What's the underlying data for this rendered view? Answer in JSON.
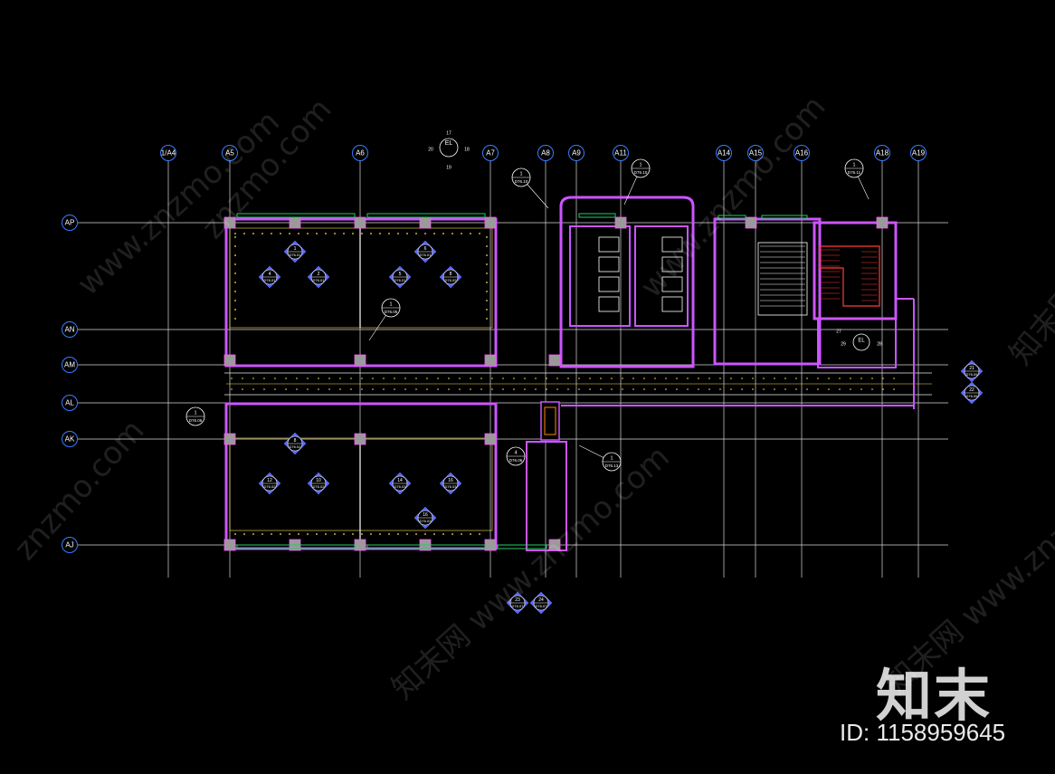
{
  "drawing": {
    "grid_columns": [
      "1/A4",
      "A5",
      "A6",
      "A7",
      "A8",
      "A9",
      "A11",
      "A14",
      "A15",
      "A16",
      "A18",
      "A19"
    ],
    "grid_rows": [
      "AP",
      "AN",
      "AM",
      "AL",
      "AK",
      "AJ"
    ],
    "callouts": [
      {
        "top": "1",
        "bottom": "D76.10"
      },
      {
        "top": "1",
        "bottom": "D76.10"
      },
      {
        "top": "1",
        "bottom": "D76.11"
      },
      {
        "top": "1",
        "bottom": "D76.05"
      },
      {
        "top": "1",
        "bottom": "D76.06"
      },
      {
        "top": "1",
        "bottom": "D76.13"
      },
      {
        "top": "4",
        "bottom": "D76.06"
      }
    ],
    "section_tags": [
      {
        "num": "4",
        "ref": "D76.01"
      },
      {
        "num": "1",
        "ref": "D76.01"
      },
      {
        "num": "2",
        "ref": "D76.01"
      },
      {
        "num": "5",
        "ref": "D76.01"
      },
      {
        "num": "6",
        "ref": "D76.01"
      },
      {
        "num": "8",
        "ref": "D76.02"
      },
      {
        "num": "12",
        "ref": "D76.02"
      },
      {
        "num": "10",
        "ref": "D76.02"
      },
      {
        "num": "14",
        "ref": "D76.03"
      },
      {
        "num": "16",
        "ref": "D76.03"
      },
      {
        "num": "21",
        "ref": "D76.05"
      },
      {
        "num": "22",
        "ref": "D76.05"
      },
      {
        "num": "23",
        "ref": "D76.07"
      },
      {
        "num": "24",
        "ref": "D76.07"
      }
    ],
    "elevation_marks": [
      "17",
      "EL",
      "18",
      "20",
      "19",
      "EL",
      "27",
      "29",
      "28"
    ],
    "accent_colors": {
      "grid": "#d8d8d8",
      "wall": "#cc55ff",
      "column": "#9a9a9a",
      "window": "#22cc66",
      "label": "#3a7bff",
      "tag": "#5566ff",
      "stair": "#ff3a3a",
      "detail": "#ffe14d"
    }
  },
  "watermark": {
    "texts": [
      "znzmo.com",
      "www.znzmo.com",
      "知末网 www.znzmo.com",
      "知末网",
      "www.znzmo.com",
      "znzmo.com"
    ]
  },
  "brand": {
    "logo": "知末",
    "id_text": "ID: 1158959645"
  }
}
